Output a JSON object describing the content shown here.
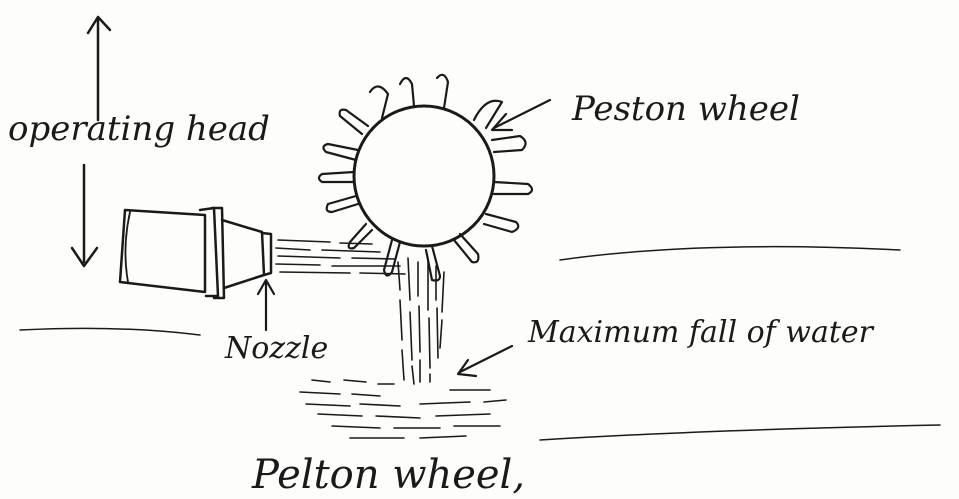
{
  "diagram": {
    "labels": {
      "operating_head": "operating head",
      "pelton_wheel": "Peston wheel",
      "nozzle": "Nozzle",
      "max_fall": "Maximum fall of water",
      "caption": "Pelton wheel,"
    },
    "ink_color": "#1a1a1a",
    "paper_color": "#fdfdfb"
  }
}
